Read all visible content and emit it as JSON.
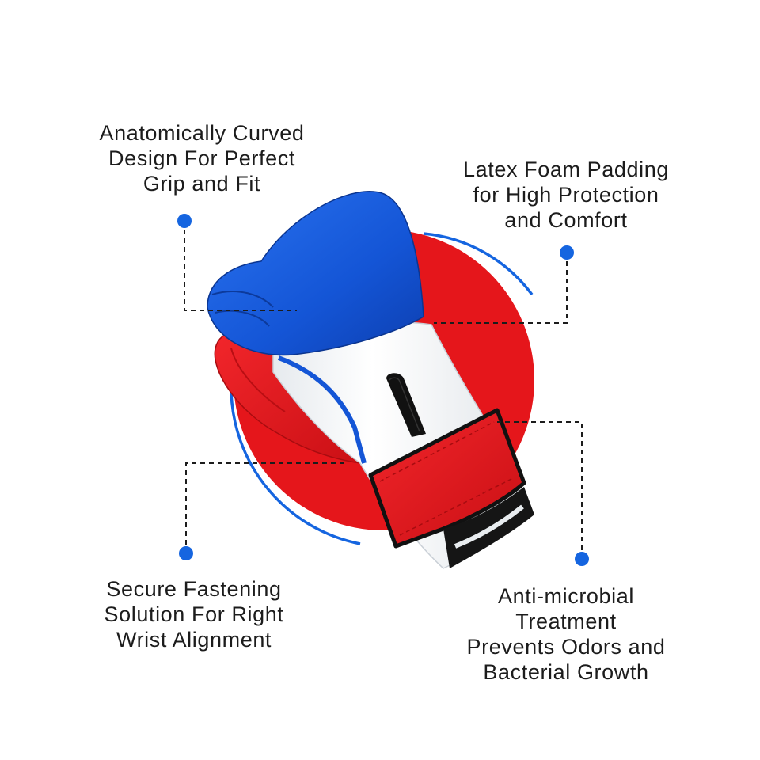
{
  "colors": {
    "accent_blue": "#1565e0",
    "glove_blue": "#1455d6",
    "glove_red": "#e5161b",
    "glove_white": "#f4f6f8",
    "leader_line": "#1c1c1c",
    "text": "#1c1c1c"
  },
  "features": {
    "top_left": [
      "Anatomically Curved",
      "Design For Perfect",
      "Grip and Fit"
    ],
    "top_right": [
      "Latex Foam Padding",
      "for High Protection",
      "and Comfort"
    ],
    "bottom_left": [
      "Secure Fastening",
      "Solution For Right",
      "Wrist Alignment"
    ],
    "bottom_right": [
      "Anti-microbial",
      "Treatment",
      "Prevents Odors and",
      "Bacterial Growth"
    ]
  },
  "icons": [
    "boxing-glove-icon",
    "callout-dot-icon"
  ]
}
